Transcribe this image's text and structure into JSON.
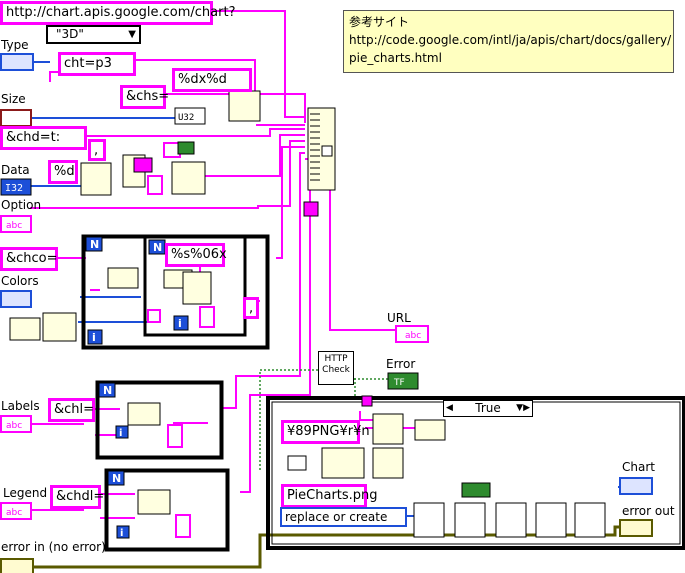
{
  "constants": {
    "base_url": "http://chart.apis.google.com/chart?",
    "cht": "cht=p3",
    "chs_fmt": "%dx%d",
    "chs": "&chs=",
    "chd": "&chd=t:",
    "num_fmt": "%d",
    "comma": ",",
    "chco": "&chco=",
    "color_fmt": "%s%06x",
    "comma2": ",",
    "chl": "&chl=",
    "chdl": "&chdl=",
    "png_magic": "¥89PNG¥r¥n",
    "filename": "PieCharts.png"
  },
  "controls": {
    "type_label": "Type",
    "type_value": "\"3D\"",
    "size_label": "Size",
    "data_label": "Data",
    "option_label": "Option",
    "colors_label": "Colors",
    "labels_label": "Labels",
    "legend_label": "Legend",
    "error_in_label": "error in (no error)"
  },
  "indicators": {
    "url_label": "URL",
    "error_label": "Error",
    "chart_label": "Chart",
    "error_out_label": "error out"
  },
  "note": {
    "title": "参考サイト",
    "line1": "http://code.google.com/intl/ja/apis/chart/docs/gallery/",
    "line2": "pie_charts.html"
  },
  "subvi": {
    "http_check_line1": "HTTP",
    "http_check_line2": "Check"
  },
  "case_structure": {
    "selector_value": "True",
    "file_op": "replace or create"
  },
  "colors": {
    "string_wire": "#ff00ff",
    "numeric_wire": "#1d4fd8",
    "error_wire": "#5a5a00",
    "bool_wire": "#2e8b2e",
    "note_bg": "#ffffc0"
  }
}
